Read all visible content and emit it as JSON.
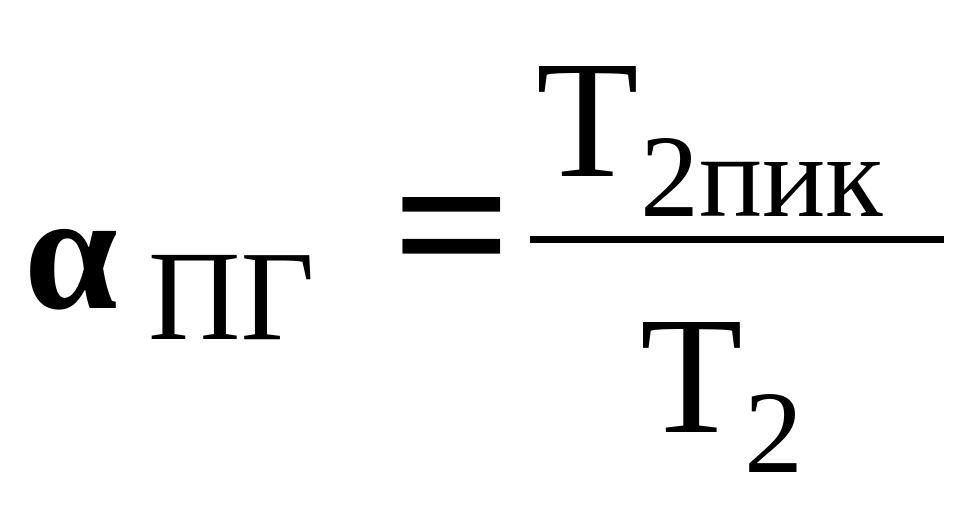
{
  "formula": {
    "lhs": {
      "symbol": "α",
      "subscript": "ПГ"
    },
    "operator": "=",
    "numerator": {
      "symbol": "Т",
      "subscript": "2пик"
    },
    "denominator": {
      "symbol": "Т",
      "subscript": "2"
    },
    "color": "#000000"
  }
}
